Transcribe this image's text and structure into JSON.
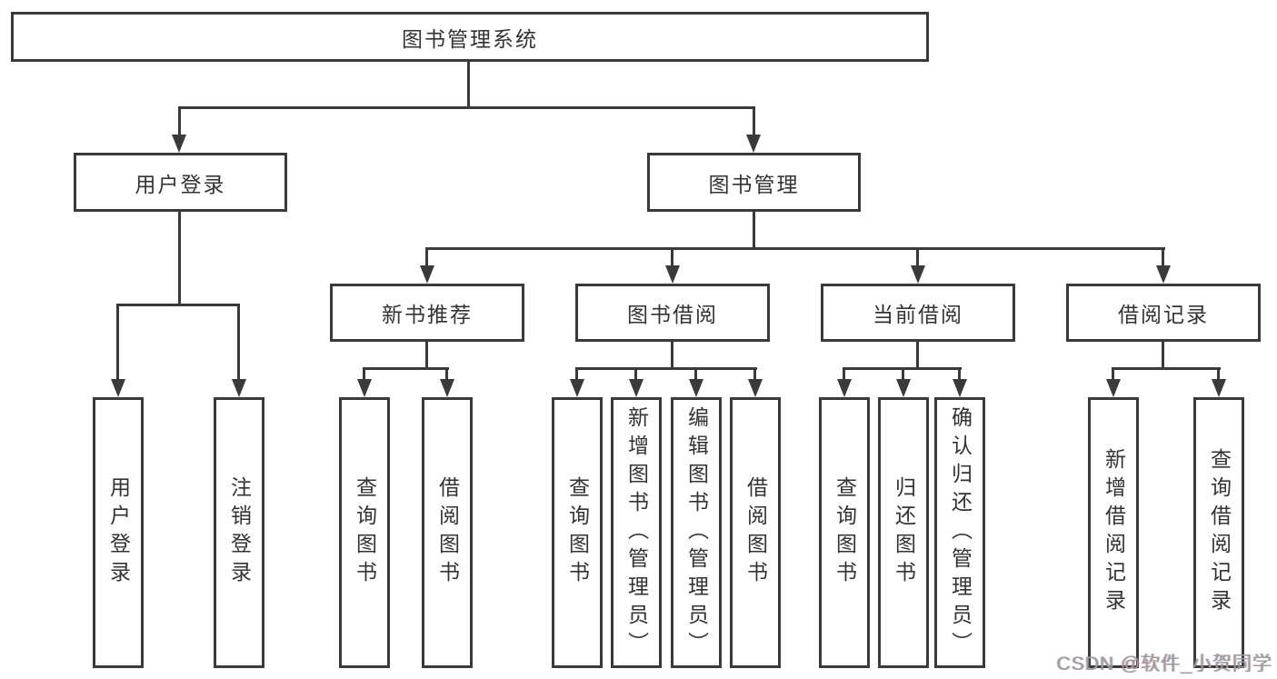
{
  "diagram": {
    "root": {
      "label": "图书管理系统"
    },
    "level2": [
      {
        "id": "user-login",
        "label": "用户登录"
      },
      {
        "id": "book-management",
        "label": "图书管理"
      }
    ],
    "level3": [
      {
        "id": "new-book-recommend",
        "label": "新书推荐"
      },
      {
        "id": "book-borrow",
        "label": "图书借阅"
      },
      {
        "id": "current-borrow",
        "label": "当前借阅"
      },
      {
        "id": "borrow-records",
        "label": "借阅记录"
      }
    ],
    "level4": {
      "user_login": [
        "用户登录",
        "注销登录"
      ],
      "new_book_recommend": [
        "查询图书",
        "借阅图书"
      ],
      "book_borrow": [
        "查询图书",
        "新增图书（管理员）",
        "编辑图书（管理员）",
        "借阅图书"
      ],
      "current_borrow": [
        "查询图书",
        "归还图书",
        "确认归还（管理员）"
      ],
      "borrow_records": [
        "新增借阅记录",
        "查询借阅记录"
      ]
    }
  },
  "watermark": {
    "text": "CSDN @软件_小贺同学"
  },
  "colors": {
    "line": "#3a3a3a",
    "text": "#333333",
    "background": "#ffffff",
    "watermark": "#9c9c9c"
  }
}
